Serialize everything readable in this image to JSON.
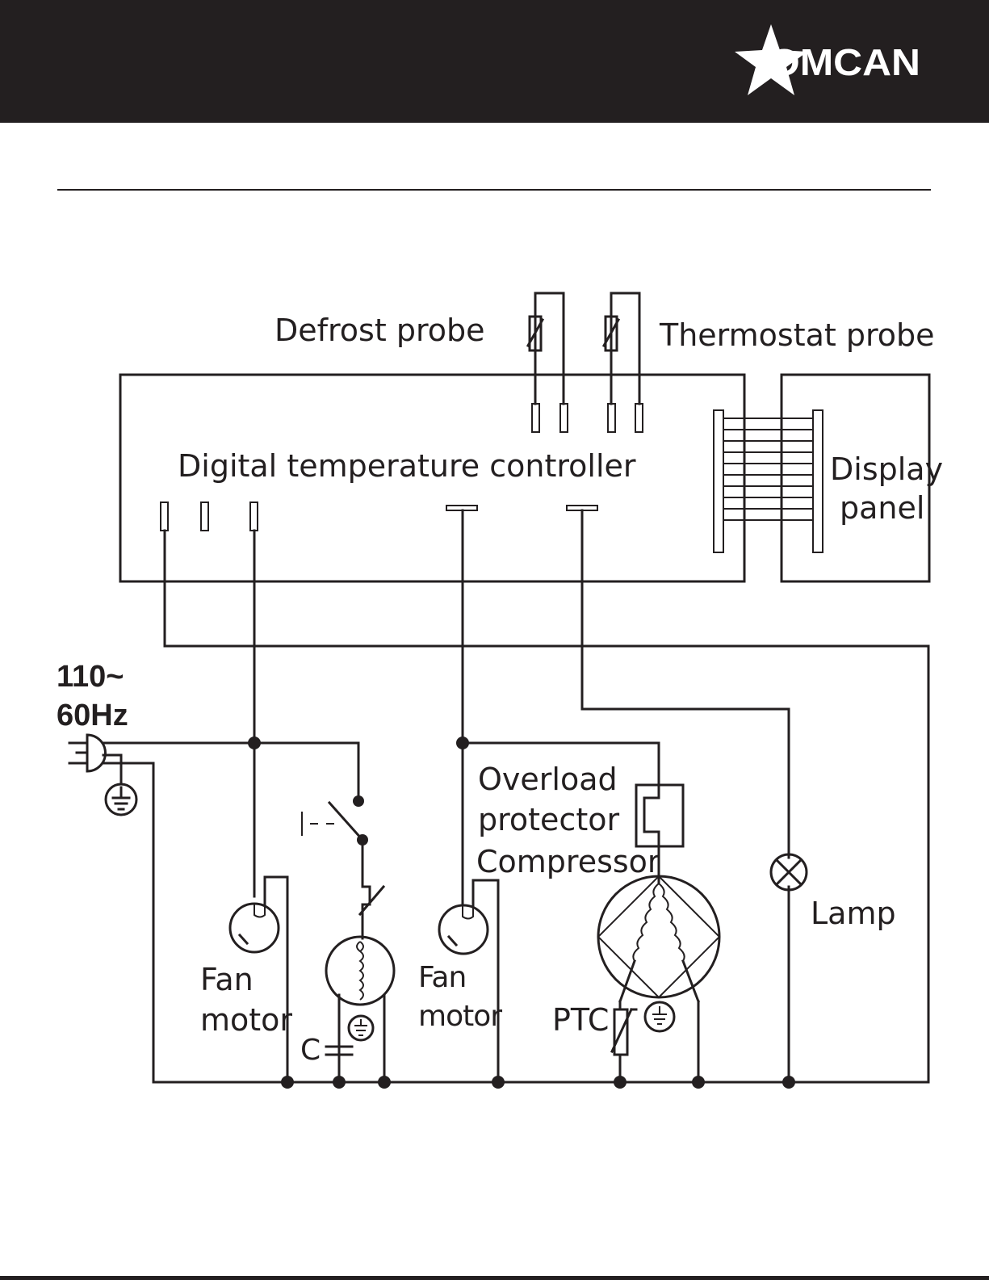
{
  "header": {
    "brand_name": "OMCAN",
    "brand_icon": "star-logo-icon",
    "bar_color": "#231f20"
  },
  "diagram": {
    "labels": {
      "defrost_probe": "Defrost probe",
      "thermostat_probe": "Thermostat probe",
      "controller": "Digital temperature controller",
      "display_line1": "Display",
      "display_line2": "panel",
      "voltage": "110~",
      "frequency": "60Hz",
      "overload_line1": "Overload",
      "overload_line2": "protector",
      "compressor": "Compressor",
      "lamp": "Lamp",
      "fan_motor_1_line1": "Fan",
      "fan_motor_1_line2": "motor",
      "fan_motor_2_line1": "Fan",
      "fan_motor_2_line2": "motor",
      "capacitor": "C",
      "ptc": "PTC"
    }
  }
}
